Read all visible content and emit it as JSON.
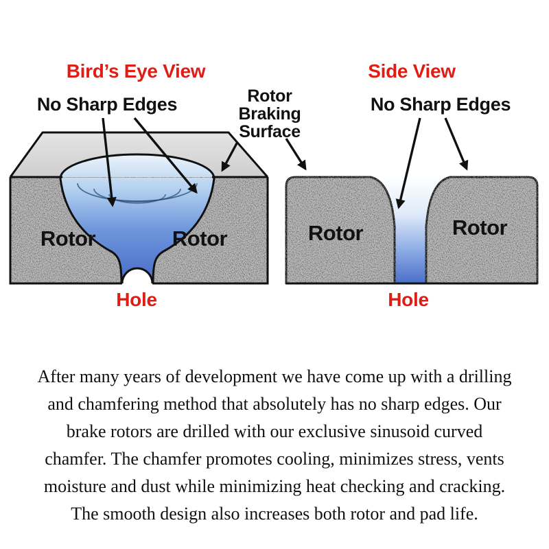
{
  "colors": {
    "accent_red": "#df1d15",
    "text_black": "#111111",
    "rotor_gray": "#bdbdbd",
    "hole_blue_deep": "#4a6fc9"
  },
  "birds_eye": {
    "title": "Bird’s Eye View",
    "no_sharp_edges": "No Sharp Edges",
    "rotor_left": "Rotor",
    "rotor_right": "Rotor",
    "hole_label": "Hole"
  },
  "center_callout": {
    "line1": "Rotor",
    "line2": "Braking",
    "line3": "Surface"
  },
  "side_view": {
    "title": "Side View",
    "no_sharp_edges": "No Sharp Edges",
    "rotor_left": "Rotor",
    "rotor_right": "Rotor",
    "hole_label": "Hole"
  },
  "paragraph": {
    "lines": [
      "After many years of development we have come up with a drilling",
      "and chamfering method that absolutely has no sharp edges.  Our",
      "brake rotors are drilled with our exclusive sinusoid curved",
      "chamfer. The chamfer promotes cooling, minimizes stress, vents",
      "moisture and dust while minimizing heat checking and cracking.",
      "The smooth design also increases both rotor and pad life."
    ]
  }
}
